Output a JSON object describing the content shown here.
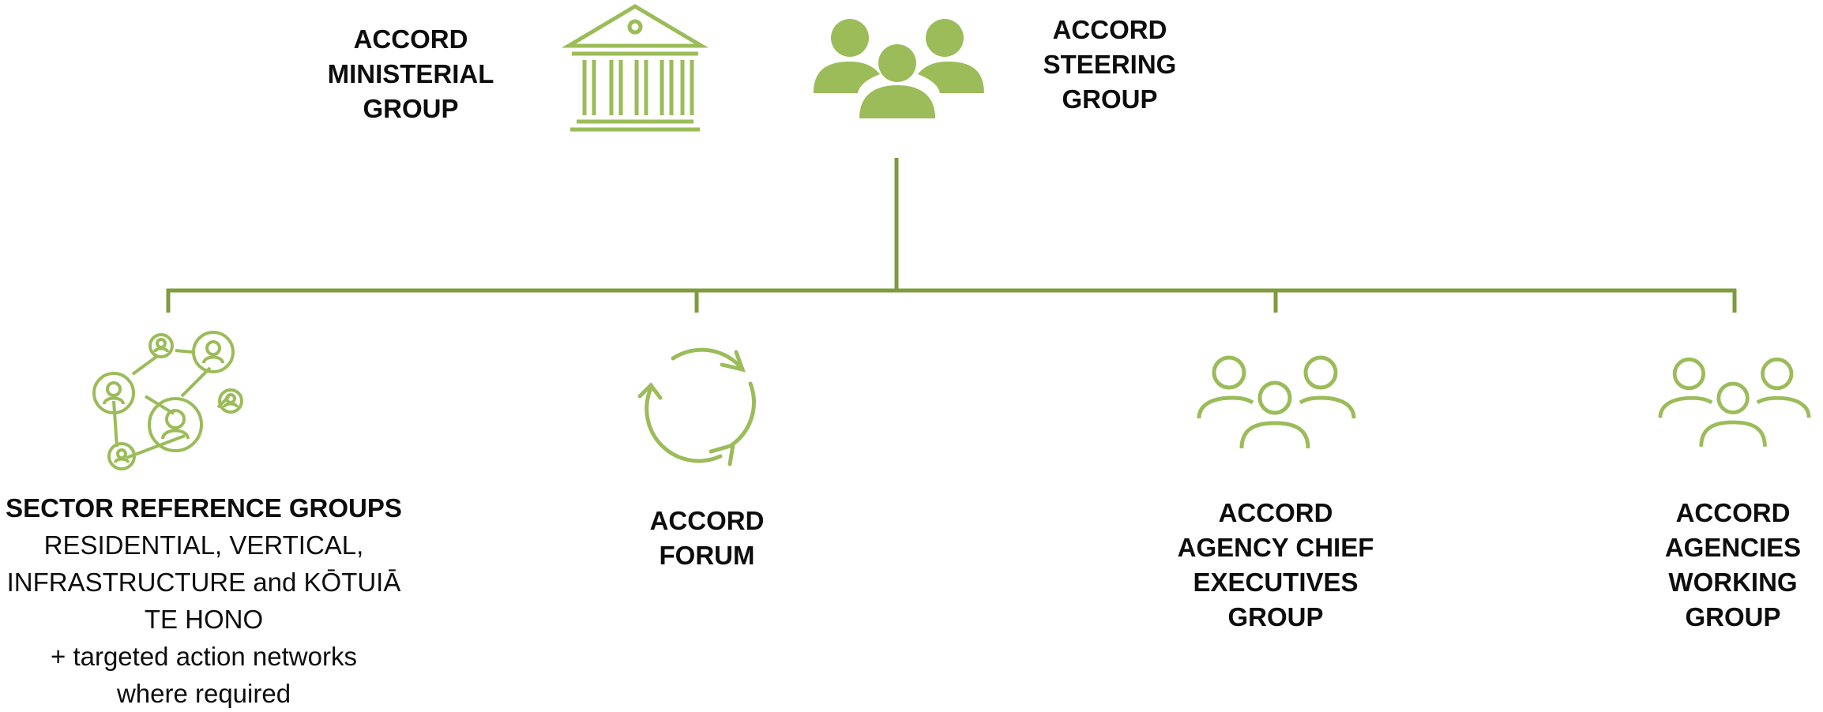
{
  "colors": {
    "primary_green": "#9bbc59",
    "line_green": "#7d9c3e",
    "text": "#0d0d0d"
  },
  "top": {
    "ministerial": {
      "icon": "government-building-icon",
      "lines": [
        "ACCORD",
        "MINISTERIAL",
        "GROUP"
      ]
    },
    "steering": {
      "icon": "group-people-icon",
      "lines": [
        "ACCORD",
        "STEERING",
        "GROUP"
      ]
    }
  },
  "children": [
    {
      "id": "sector-reference-groups",
      "icon": "network-people-icon",
      "title": "SECTOR REFERENCE GROUPS",
      "lines": [
        "RESIDENTIAL, VERTICAL,",
        "INFRASTRUCTURE and KŌTUIĀ",
        "TE HONO",
        "+ targeted action networks",
        "where required"
      ]
    },
    {
      "id": "accord-forum",
      "icon": "cycle-arrows-icon",
      "lines": [
        "ACCORD",
        "FORUM"
      ]
    },
    {
      "id": "agency-chief-executives",
      "icon": "people-outline-icon",
      "lines": [
        "ACCORD",
        "AGENCY CHIEF",
        "EXECUTIVES",
        "GROUP"
      ]
    },
    {
      "id": "agencies-working-group",
      "icon": "people-outline-icon",
      "lines": [
        "ACCORD",
        "AGENCIES",
        "WORKING",
        "GROUP"
      ]
    }
  ]
}
